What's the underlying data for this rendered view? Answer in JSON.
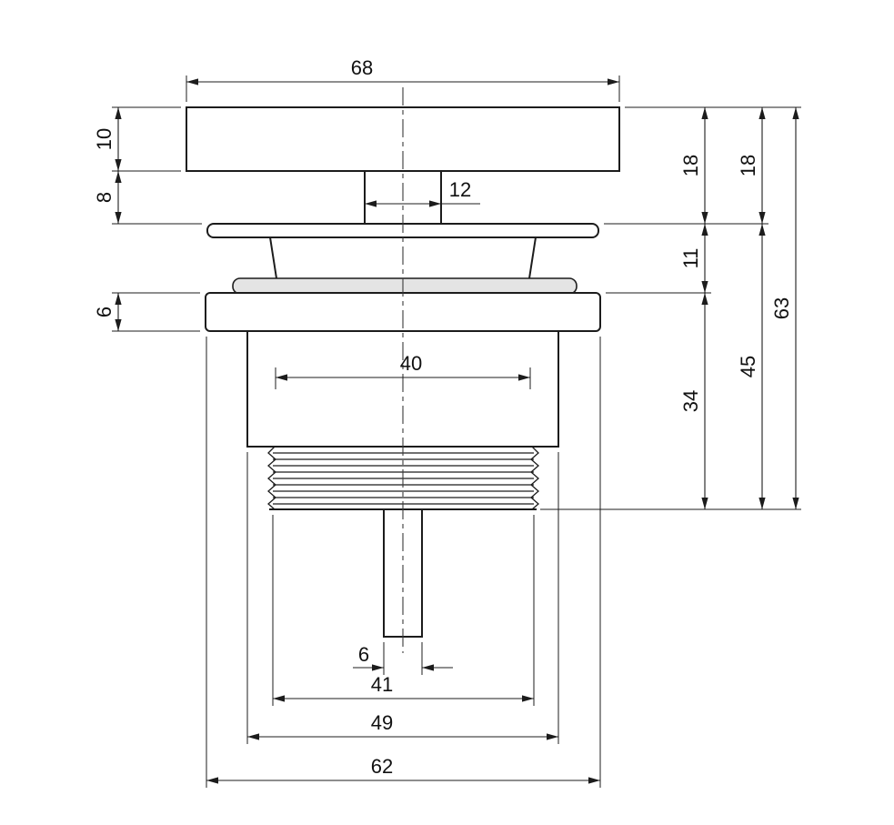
{
  "drawing": {
    "type": "technical-dimension-drawing",
    "subject": "drain-plug-assembly-side-view",
    "background_color": "#ffffff",
    "line_color": "#1c1c1c",
    "gasket_fill": "#e4e4e4",
    "dimensions": {
      "cap_width": "68",
      "cap_height": "10",
      "upper_stem_height": "8",
      "upper_stem_width": "12",
      "head_height_left": "18",
      "head_height_right": "18",
      "disc_to_flange": "11",
      "flange_to_thread_end": "34",
      "disc_to_thread_end": "45",
      "total_height": "63",
      "flange_thickness": "6",
      "bore_width": "40",
      "pin_width": "6",
      "thread_width": "41",
      "body_width": "49",
      "flange_width": "62"
    }
  }
}
